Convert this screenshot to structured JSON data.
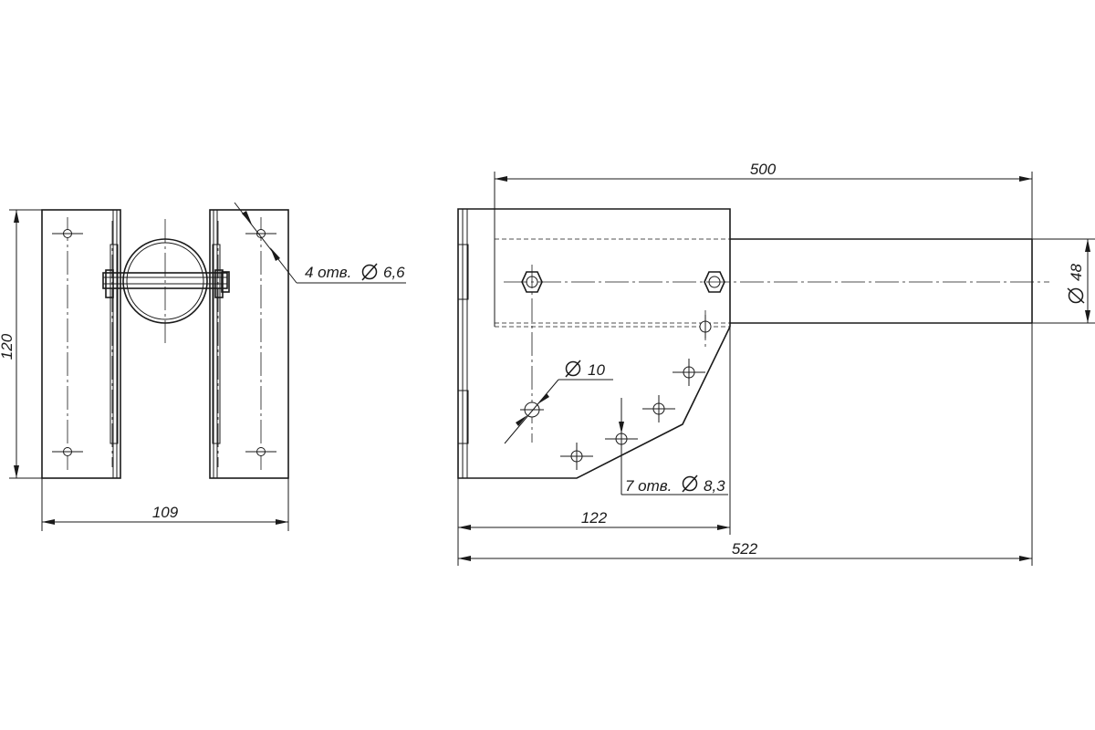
{
  "front_view": {
    "dims": {
      "height": "120",
      "width": "109"
    },
    "note_holes": {
      "count": "4 отв.",
      "diameter": "6,6"
    }
  },
  "side_view": {
    "dims": {
      "tube_length": "500",
      "plate_width": "122",
      "total_length": "522",
      "tube_diameter": "48"
    },
    "note_big_hole": {
      "diameter": "10"
    },
    "note_holes": {
      "count": "7 отв.",
      "diameter": "8,3"
    }
  },
  "symbols": {
    "diameter_sign": "Ø"
  }
}
